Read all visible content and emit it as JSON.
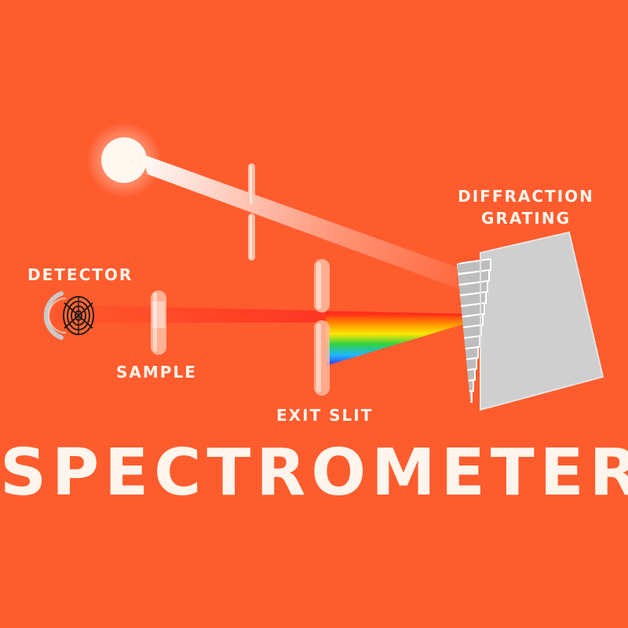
{
  "labels": {
    "diffraction_grating_line1": "DIFFRACTION",
    "diffraction_grating_line2": "GRATING",
    "detector": "DETECTOR",
    "sample": "SAMPLE",
    "exit_slit": "EXIT SLIT"
  },
  "title": "SPECTROMETER",
  "colors": {
    "background": "#FF5C2E",
    "text": "#FFF5EC",
    "grating": "#CFCFCF",
    "spectrum": [
      "#FF1E1E",
      "#FF8A00",
      "#FFE600",
      "#2ED145",
      "#1EB7FF",
      "#3A2BFF"
    ]
  },
  "icons": {
    "light_source": "light-bulb-glow",
    "detector": "detector-sensor-icon",
    "grating": "diffraction-grating-block"
  }
}
